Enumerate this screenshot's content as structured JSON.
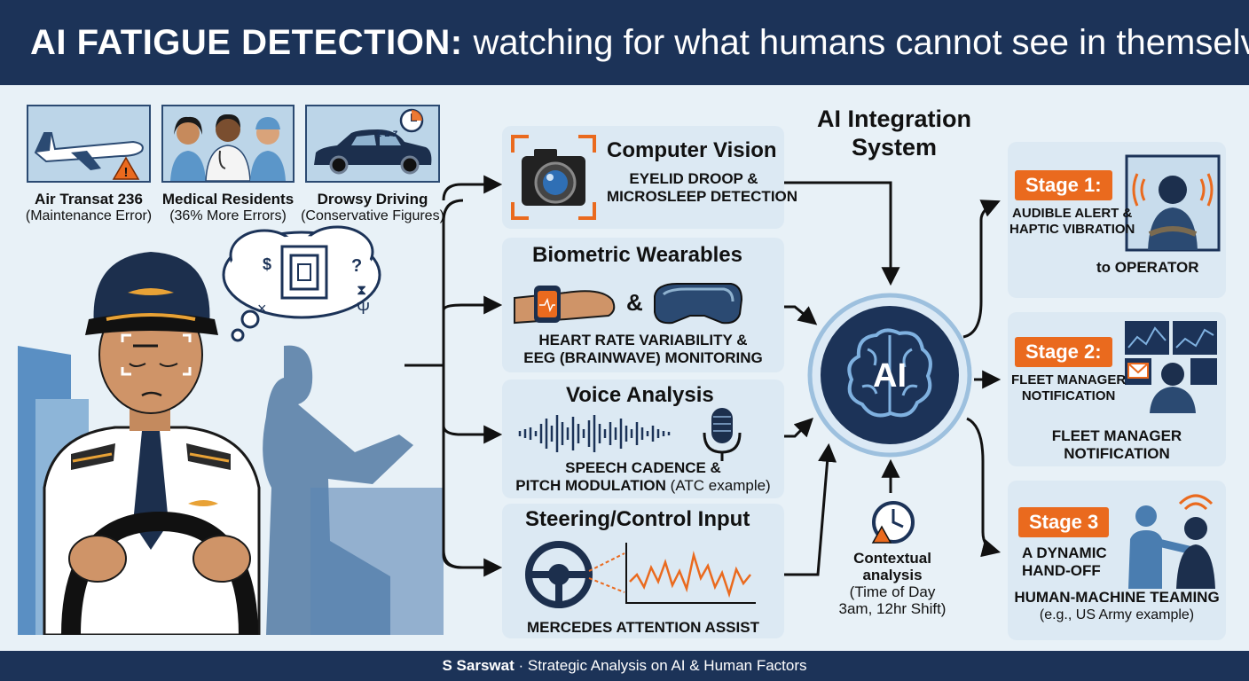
{
  "header": {
    "title_bold": "AI FATIGUE DETECTION:",
    "title_rest": "watching for what humans cannot see in themselves"
  },
  "cases": [
    {
      "title": "Air Transat 236",
      "subtitle": "(Maintenance Error)"
    },
    {
      "title": "Medical Residents",
      "subtitle": "(36% More Errors)"
    },
    {
      "title": "Drowsy Driving",
      "subtitle": "(Conservative Figures)"
    }
  ],
  "thought_symbols": {
    "dollar": "$",
    "question": "?",
    "times": "×",
    "psi": "Ψ",
    "hourglass": "⧗"
  },
  "drowsy_z": "z z z",
  "sensors": {
    "vision": {
      "title": "Computer Vision",
      "line1": "EYELID DROOP &",
      "line2": "MICROSLEEP DETECTION"
    },
    "wearables": {
      "title": "Biometric Wearables",
      "amp": "&",
      "line1": "HEART RATE VARIABILITY &",
      "line2": "EEG (BRAINWAVE) MONITORING"
    },
    "voice": {
      "title": "Voice Analysis",
      "line1": "SPEECH CADENCE &",
      "line2_bold": "PITCH MODULATION",
      "line2_rest": "(ATC example)"
    },
    "steering": {
      "title": "Steering/Control Input",
      "line1": "MERCEDES ATTENTION ASSIST"
    }
  },
  "ai": {
    "title_line1": "AI Integration",
    "title_line2": "System",
    "core_label": "AI"
  },
  "context": {
    "title_line1": "Contextual",
    "title_line2": "analysis",
    "line1": "(Time of Day",
    "line2": "3am, 12hr Shift)"
  },
  "stages": [
    {
      "badge": "Stage 1:",
      "line1": "AUDIBLE ALERT &",
      "line2": "HAPTIC VIBRATION",
      "line3": "to OPERATOR"
    },
    {
      "badge": "Stage 2:",
      "line1": "FLEET MANAGER",
      "line2": "NOTIFICATION",
      "line3": "FLEET MANAGER",
      "line4": "NOTIFICATION"
    },
    {
      "badge": "Stage 3",
      "line1": "A DYNAMIC",
      "line2": "HAND-OFF",
      "line3": "HUMAN-MACHINE TEAMING",
      "line4": "(e.g., US Army example)"
    }
  ],
  "footer": {
    "author": "S Sarswat",
    "rest": "· Strategic Analysis on AI & Human Factors"
  },
  "colors": {
    "navy": "#1c3358",
    "accent": "#ea6a1e",
    "panel": "#dce9f3",
    "blue": "#2f5f95"
  }
}
